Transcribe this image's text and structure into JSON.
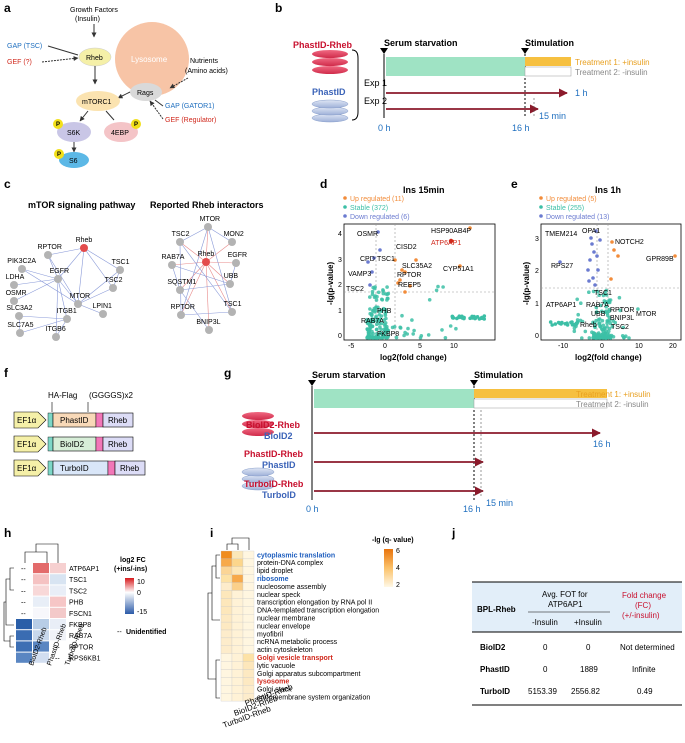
{
  "panels": {
    "a": {
      "label": "a",
      "growth_factors": "Growth Factors",
      "insulin": "(Insulin)",
      "gap_tsc": "GAP (TSC)",
      "gef_q": "GEF (?)",
      "rheb": "Rheb",
      "lysosome": "Lysosome",
      "nutrients": "Nutrients",
      "amino_acids": "(Amino acids)",
      "rags": "Rags",
      "mtorc1": "mTORC1",
      "gap_gator1": "GAP (GATOR1)",
      "gef_regulator": "GEF (Regulator)",
      "s6k": "S6K",
      "ebp": "4EBP",
      "s6": "S6",
      "p": "P",
      "colors": {
        "blue": "#1f6fbf",
        "red": "#d0281c",
        "lysosome": "#f7c4a6",
        "rheb": "#f5f0a8",
        "mtorc1": "#fbe3b0",
        "s6k": "#c9c6e6",
        "ebp": "#f4c4c7",
        "s6": "#5cb8e6",
        "p": "#f2e01a"
      }
    },
    "b": {
      "label": "b",
      "phastid_rheb": "PhastID-Rheb",
      "phastid": "PhastID",
      "serum_starvation": "Serum starvation",
      "stimulation": "Stimulation",
      "treatment1": "Treatment 1: +insulin",
      "treatment2": "Treatment 2: -insulin",
      "exp1": "Exp 1",
      "exp2": "Exp 2",
      "t0": "0 h",
      "t16": "16 h",
      "t1h": "1 h",
      "t15": "15 min"
    },
    "c": {
      "label": "c",
      "title1": "mTOR signaling pathway",
      "title2": "Reported Rheb interactors",
      "net1_nodes": [
        "RPTOR",
        "Rheb",
        "PIK3C2A",
        "TSC1",
        "LDHA",
        "EGFR",
        "TSC2",
        "OSMR",
        "MTOR",
        "SLC3A2",
        "LPIN1",
        "ITGB1",
        "SLC7A5",
        "ITGB6"
      ],
      "net2_nodes": [
        "MTOR",
        "TSC2",
        "MON2",
        "RAB7A",
        "EGFR",
        "Rheb",
        "SQSTM1",
        "UBB",
        "RPTOR",
        "TSC1",
        "BNIP3L"
      ]
    },
    "d": {
      "label": "d",
      "title": "Ins 15min",
      "legend_up": "Up regulated (11)",
      "legend_stable": "Stable (372)",
      "legend_down": "Down regulated (6)",
      "xlabel": "log2(fold change)",
      "ylabel": "-lg(p-value)",
      "xticks": [
        "-5",
        "0",
        "5",
        "10"
      ],
      "yticks": [
        "0",
        "1",
        "2",
        "3",
        "4"
      ],
      "genes": [
        "OSMR",
        "HSP90AB4P",
        "CISD2",
        "ATP6AP1",
        "CPD",
        "TSC1",
        "SLC35A2",
        "VAMP3",
        "RPTOR",
        "CYP51A1",
        "REEP5",
        "TSC2",
        "PHB",
        "RAB7A",
        "FKBP8"
      ]
    },
    "e": {
      "label": "e",
      "title": "Ins 1h",
      "legend_up": "Up regulated (5)",
      "legend_stable": "Stable (255)",
      "legend_down": "Down regulated (13)",
      "xlabel": "log2(fold change)",
      "ylabel": "-lg(p-value)",
      "xticks": [
        "-10",
        "0",
        "10",
        "20"
      ],
      "yticks": [
        "0",
        "1",
        "2",
        "3"
      ],
      "genes": [
        "TMEM214",
        "OPA1",
        "NOTCH2",
        "GPR89B",
        "RPS27",
        "TSC1",
        "ATP6AP1",
        "RAB7A",
        "RPTOR",
        "UBB",
        "BNIP3L",
        "MTOR",
        "Rheb",
        "TSC2"
      ]
    },
    "f": {
      "label": "f",
      "ha_flag": "HA-Flag",
      "linker": "(GGGGS)x2",
      "promoter": "EF1α",
      "c1": "PhastID",
      "c2": "BioID2",
      "c3": "TurboID",
      "rheb": "Rheb"
    },
    "g": {
      "label": "g",
      "serum_starvation": "Serum starvation",
      "stimulation": "Stimulation",
      "treatment1": "Treatment 1: +insulin",
      "treatment2": "Treatment 2: -insulin",
      "r1a": "BioID2-Rheb",
      "r1b": "BioID2",
      "r2a": "PhastID-Rheb",
      "r2b": "PhastID",
      "r3a": "TurboID-Rheb",
      "r3b": "TurboID",
      "t0": "0 h",
      "t16": "16 h",
      "t16b": "16 h",
      "t15": "15 min"
    },
    "h": {
      "label": "h",
      "legend_title": "log2 FC",
      "legend_sub": "(+ins/-ins)",
      "legend_max": "10",
      "legend_mid": "0",
      "legend_min": "-15",
      "unidentified": "Unidentified",
      "dash": "--",
      "genes": [
        "ATP6AP1",
        "TSC1",
        "TSC2",
        "PHB",
        "FSCN1",
        "FKBP8",
        "RAB7A",
        "RPTOR",
        "RPS6KB1"
      ],
      "columns": [
        "BioID2-Rheb",
        "PhastID-Rheb",
        "TurboID-Rheb"
      ],
      "cells": [
        [
          "--",
          "#e36b6b",
          "#f6d0d0"
        ],
        [
          "--",
          "#f5c2c2",
          "#d8e4f2"
        ],
        [
          "--",
          "#f8d8d8",
          "#e9eef7"
        ],
        [
          "--",
          "#e8eef7",
          "#f6c6c6"
        ],
        [
          "--",
          "#f7f7fb",
          "#f3c9c9"
        ],
        [
          "#2a5ea8",
          "#b8cde6",
          "#e9eef7"
        ],
        [
          "#3a6cb2",
          "#c8d8ec",
          "#f0f2f8"
        ],
        [
          "#3d6fb4",
          "#5a86c2",
          "--"
        ],
        [
          "#5a86c2",
          "#d2def0",
          "--"
        ]
      ]
    },
    "i": {
      "label": "i",
      "legend_title": "-lg (q- value)",
      "legend_ticks": [
        "6",
        "4",
        "2"
      ],
      "terms": [
        "cytoplasmic translation",
        "protein-DNA complex",
        "lipid droplet",
        "ribosome",
        "nucleosome assembly",
        "nuclear speck",
        "transcription elongation by RNA pol II",
        "DNA-templated transcription elongation",
        "nuclear membrane",
        "nuclear envelope",
        "myofibril",
        "ncRNA metabolic process",
        "actin cytoskeleton",
        "Golgi vesicle transport",
        "lytic vacuole",
        "Golgi apparatus subcompartment",
        "lysosome",
        "Golgi stack",
        "endomembrane system organization"
      ],
      "term_colors": [
        "#1f5fbf",
        "#000",
        "#000",
        "#1f5fbf",
        "#000",
        "#000",
        "#000",
        "#000",
        "#000",
        "#000",
        "#000",
        "#000",
        "#000",
        "#d0281c",
        "#000",
        "#000",
        "#d0281c",
        "#000",
        "#000"
      ],
      "columns": [
        "TurboID-Rheb",
        "BioID2-Rheb",
        "PhastID-Rheb"
      ],
      "cells": [
        [
          "#f08c1e",
          "#fbe7b8",
          "#fff6e0"
        ],
        [
          "#f7a94a",
          "#fcd68c",
          "#fff6e0"
        ],
        [
          "#fbd596",
          "#fde7b8",
          "#fff6e0"
        ],
        [
          "#fde2a6",
          "#f7a94a",
          "#fff6e0"
        ],
        [
          "#fdeccb",
          "#fbd08a",
          "#fff6e0"
        ],
        [
          "#fde7bb",
          "#fff2d6",
          "#fff6e0"
        ],
        [
          "#fde7bb",
          "#fff2d6",
          "#fff6e0"
        ],
        [
          "#fde7bb",
          "#fff2d6",
          "#fff6e0"
        ],
        [
          "#fde9c2",
          "#fff2d6",
          "#fff6e0"
        ],
        [
          "#fde9c2",
          "#fff2d6",
          "#fff6e0"
        ],
        [
          "#fdeccb",
          "#fff2d6",
          "#fff6e0"
        ],
        [
          "#fdeccb",
          "#fff2d6",
          "#fff6e0"
        ],
        [
          "#fdeccb",
          "#fff2d6",
          "#fff6e0"
        ],
        [
          "#fff6e0",
          "#fff2d6",
          "#fde2a6"
        ],
        [
          "#fff6e0",
          "#fff2d6",
          "#fde7bb"
        ],
        [
          "#fff6e0",
          "#fff2d6",
          "#fde9c2"
        ],
        [
          "#fff6e0",
          "#fff2d6",
          "#fde9c2"
        ],
        [
          "#fff6e0",
          "#fff2d6",
          "#fdeccb"
        ],
        [
          "#fff6e0",
          "#fff2d6",
          "#fdeccb"
        ]
      ]
    },
    "j": {
      "label": "j",
      "col1": "BPL-Rheb",
      "col2": "Avg. FOT for",
      "col2b": "ATP6AP1",
      "col3": "Fold change",
      "col3b": "(FC)",
      "col3c": "(+/-insulin)",
      "sub1": "-Insulin",
      "sub2": "+Insulin",
      "rows": [
        {
          "name": "BioID2",
          "minus": "0",
          "plus": "0",
          "fc": "Not determined"
        },
        {
          "name": "PhastID",
          "minus": "0",
          "plus": "1889",
          "fc": "Infinite"
        },
        {
          "name": "TurboID",
          "minus": "5153.39",
          "plus": "2556.82",
          "fc": "0.49"
        }
      ]
    }
  }
}
